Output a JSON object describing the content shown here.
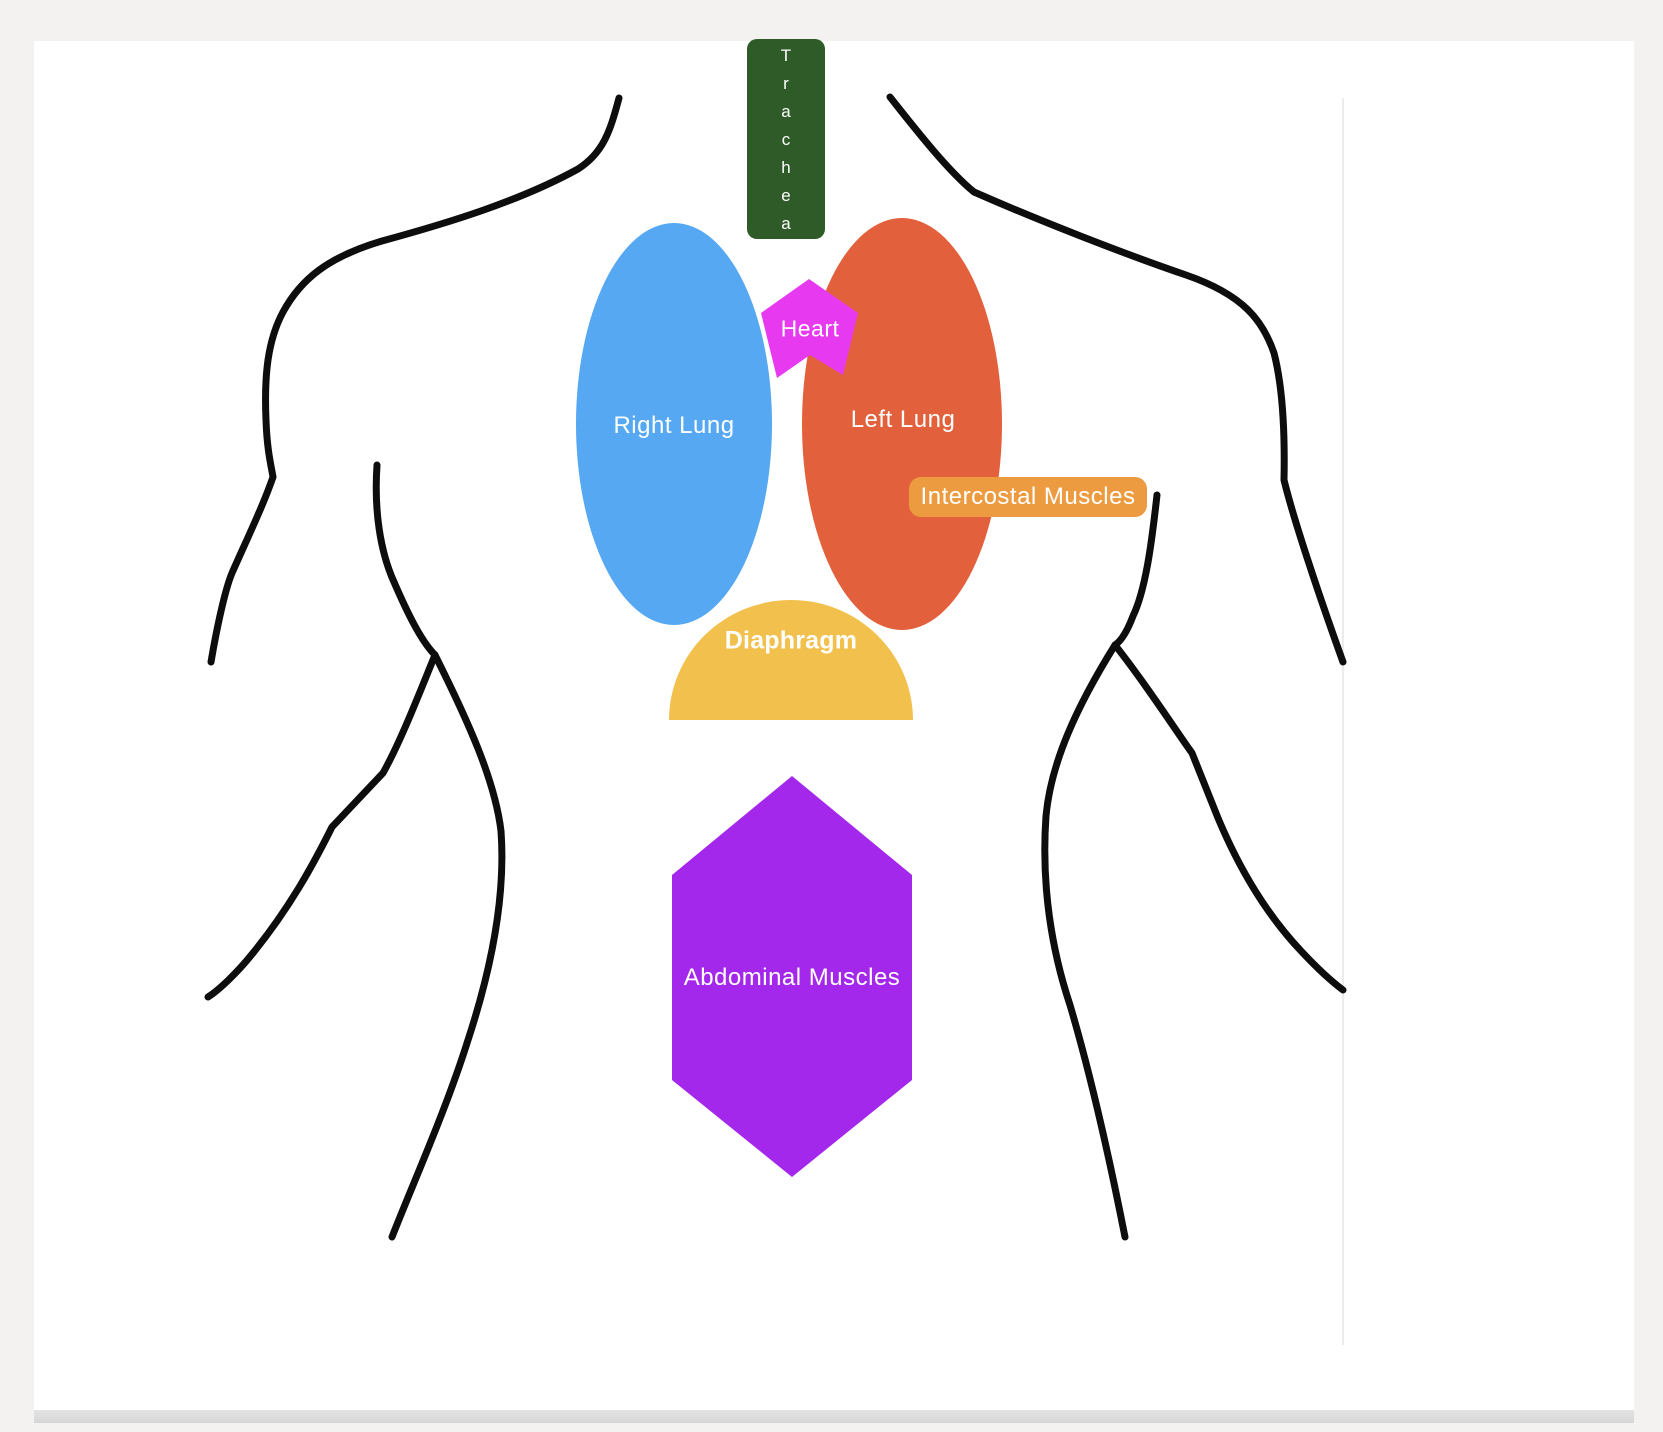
{
  "page": {
    "background": "#F3F2F0",
    "canvas_background": "#FFFFFF"
  },
  "outline": {
    "description": "human torso outline",
    "color": "#0D0D0D"
  },
  "organs": {
    "trachea": {
      "label": "Trachea",
      "letters": [
        "T",
        "r",
        "a",
        "c",
        "h",
        "e",
        "a"
      ],
      "color": "#2E5B28"
    },
    "right_lung": {
      "label": "Right Lung",
      "color": "#55A8F1"
    },
    "left_lung": {
      "label": "Left Lung",
      "color": "#E2603C"
    },
    "heart": {
      "label": "Heart",
      "color": "#E73AF0"
    },
    "intercostal_muscles": {
      "label": "Intercostal Muscles",
      "color": "#EC9B40"
    },
    "diaphragm": {
      "label": "Diaphragm",
      "color": "#F2C14D"
    },
    "abdominal_muscles": {
      "label": "Abdominal Muscles",
      "color": "#A428EB"
    }
  }
}
